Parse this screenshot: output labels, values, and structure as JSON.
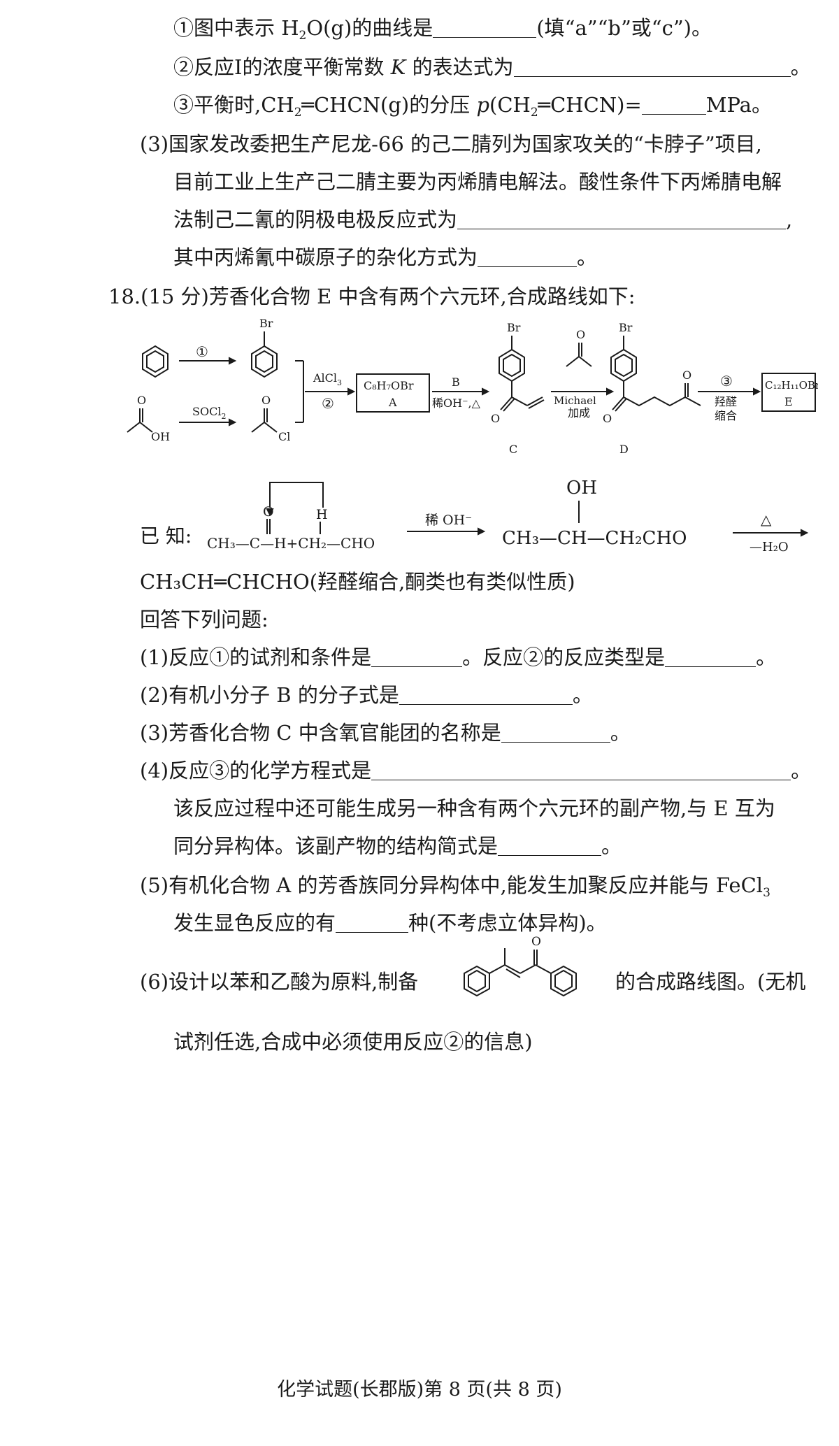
{
  "q17": {
    "sub1_pre": "①图中表示 H",
    "sub1_h2o_sub": "2",
    "sub1_mid": "O(g)的曲线是",
    "sub1_post": "(填“a”“b”或“c”)。",
    "sub2_pre": "②反应Ⅰ的浓度平衡常数",
    "sub2_k": "K",
    "sub2_mid": "的表达式为",
    "sub2_post": "。",
    "sub3_a": "③平衡时,CH",
    "sub3_b": "2",
    "sub3_c": "═CHCN(g)的分压",
    "sub3_p": "p",
    "sub3_d": "(CH",
    "sub3_e": "2",
    "sub3_f": "═CHCN)=",
    "sub3_post": "MPa。",
    "part3_l1": "(3)国家发改委把生产尼龙-66 的己二腈列为国家攻关的“卡脖子”项目,",
    "part3_l2": "目前工业上生产己二腈主要为丙烯腈电解法。酸性条件下丙烯腈电解",
    "part3_l3_pre": "法制己二氰的阴极电极反应式为",
    "part3_l3_post": ",",
    "part3_l4_pre": "其中丙烯氰中碳原子的杂化方式为",
    "part3_l4_post": "。"
  },
  "q18": {
    "title": "18.(15 分)芳香化合物 E 中含有两个六元环,合成路线如下:",
    "scheme": {
      "step1": "①",
      "br": "Br",
      "o": "O",
      "oh": "OH",
      "cl": "Cl",
      "socl2": "SOCl",
      "socl2_sub": "2",
      "alcl3": "AlCl",
      "alcl3_sub": "3",
      "step2": "②",
      "boxA_formula": "C₈H₇OBr",
      "boxA_label": "A",
      "b_label": "B",
      "b_cond": "稀OH⁻,△",
      "label_c": "C",
      "michael": "Michael",
      "michael2": "加成",
      "label_d": "D",
      "step3": "③",
      "step3_cond1": "羟醛",
      "step3_cond2": "缩合",
      "boxE_formula": "C₁₂H₁₁OBr",
      "boxE_label": "E"
    },
    "known": {
      "label": "已  知:",
      "reactant": "CH₃—C—H+CH₂—CHO",
      "o": "O",
      "h": "H",
      "cond": "稀 OH⁻",
      "product_oh": "OH",
      "product": "CH₃—CH—CH₂CHO",
      "cond2_top": "△",
      "cond2_bottom": "—H₂O"
    },
    "known_l2": "CH₃CH═CHCHO(羟醛缩合,酮类也有类似性质)",
    "answer_intro": "回答下列问题:",
    "p1_a": "(1)反应①的试剂和条件是",
    "p1_b": "。反应②的反应类型是",
    "p1_c": "。",
    "p2_a": "(2)有机小分子 B 的分子式是",
    "p2_b": "。",
    "p3_a": "(3)芳香化合物 C 中含氧官能团的名称是",
    "p3_b": "。",
    "p4_a": "(4)反应③的化学方程式是",
    "p4_b": "。",
    "p4_l2": "该反应过程中还可能生成另一种含有两个六元环的副产物,与 E 互为",
    "p4_l3_a": "同分异构体。该副产物的结构简式是",
    "p4_l3_b": "。",
    "p5_l1_a": "(5)有机化合物 A 的芳香族同分异构体中,能发生加聚反应并能与 FeCl",
    "p5_l1_sub": "3",
    "p5_l2_a": "发生显色反应的有",
    "p5_l2_b": "种(不考虑立体异构)。",
    "p6_a": "(6)设计以苯和乙酸为原料,制备",
    "p6_o": "O",
    "p6_b": "的合成路线图。(无机",
    "p6_l2": "试剂任选,合成中必须使用反应②的信息)"
  },
  "footer": "化学试题(长郡版)第 8 页(共 8 页)"
}
